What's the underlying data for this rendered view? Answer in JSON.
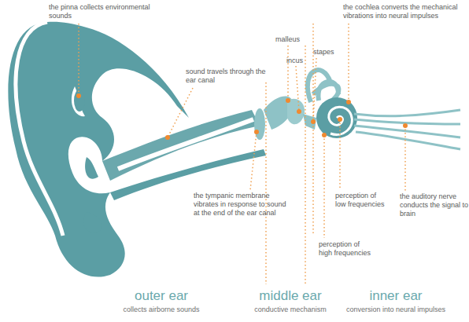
{
  "diagram": {
    "labels": [
      "the pinna collects environmental sounds",
      "sound travels through the ear canal",
      "malleus",
      "incus",
      "stapes",
      "the cochlea converts the mechanical vibrations into neural impulses",
      "the tympanic membrane vibrates in response to sound at the end of the ear canal",
      "perception of low frequencies",
      "perception of high frequencies",
      "the auditory nerve conducts the signal to brain",
      "outer ear",
      "collects airborne sounds",
      "middle ear",
      "conductive mechanism",
      "inner ear",
      "conversion into neural impulses"
    ]
  }
}
